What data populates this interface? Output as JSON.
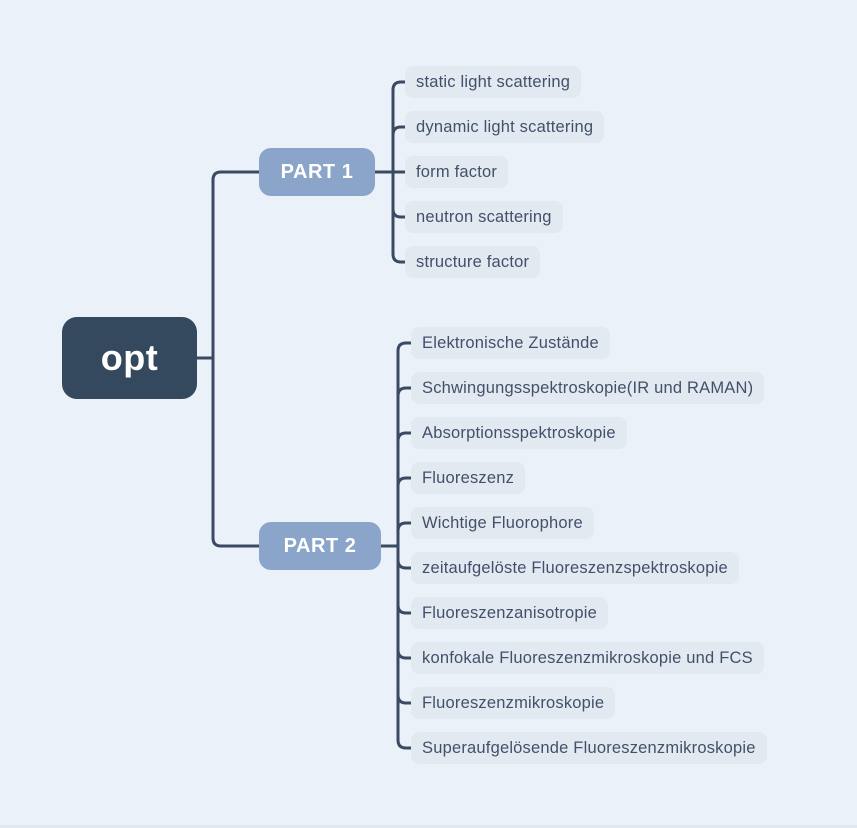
{
  "root": {
    "label": "opt"
  },
  "branches": [
    {
      "label": "PART 1",
      "children": [
        "static light scattering",
        "dynamic light scattering",
        "form factor",
        "neutron scattering",
        "structure factor"
      ]
    },
    {
      "label": "PART 2",
      "children": [
        "Elektronische Zustände",
        "Schwingungsspektroskopie(IR und RAMAN)",
        "Absorptionsspektroskopie",
        "Fluoreszenz",
        "Wichtige Fluorophore",
        "zeitaufgelöste Fluoreszenzspektroskopie",
        "Fluoreszenzanisotropie",
        "konfokale Fluoreszenzmikroskopie und FCS",
        "Fluoreszenzmikroskopie",
        "Superaufgelösende Fluoreszenzmikroskopie"
      ]
    }
  ],
  "colors": {
    "background": "#eaf1f8",
    "root_bg": "#35495e",
    "branch_bg": "#8aa5c9",
    "leaf_bg": "#e3e9f0",
    "leaf_text": "#42506b",
    "node_text": "#ffffff",
    "line": "#3a4a62"
  }
}
